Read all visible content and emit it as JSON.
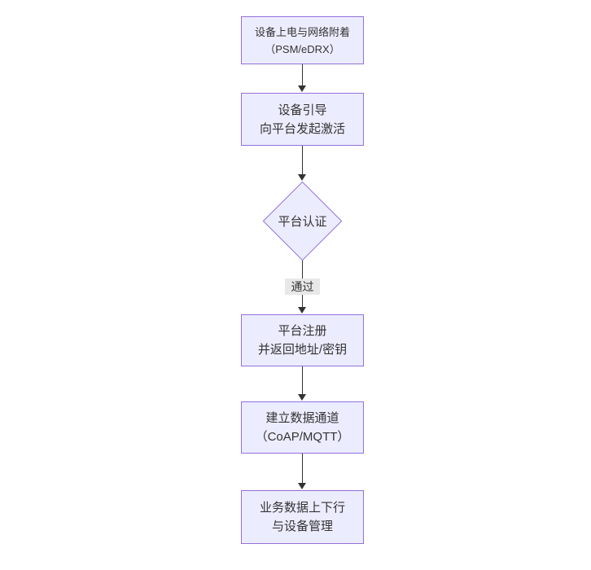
{
  "diagram": {
    "type": "flowchart",
    "direction": "top-down",
    "nodes": [
      {
        "id": "n1",
        "shape": "rect",
        "label_lines": [
          "设备上电与网络附着",
          "（PSM/eDRX）"
        ]
      },
      {
        "id": "n2",
        "shape": "rect",
        "label_lines": [
          "设备引导",
          "向平台发起激活"
        ]
      },
      {
        "id": "n3",
        "shape": "diamond",
        "label_lines": [
          "平台认证"
        ]
      },
      {
        "id": "n4",
        "shape": "rect",
        "label_lines": [
          "平台注册",
          "并返回地址/密钥"
        ]
      },
      {
        "id": "n5",
        "shape": "rect",
        "label_lines": [
          "建立数据通道",
          "（CoAP/MQTT）"
        ]
      },
      {
        "id": "n6",
        "shape": "rect",
        "label_lines": [
          "业务数据上下行",
          "与设备管理"
        ]
      }
    ],
    "edges": [
      {
        "from": "n1",
        "to": "n2",
        "label": ""
      },
      {
        "from": "n2",
        "to": "n3",
        "label": ""
      },
      {
        "from": "n3",
        "to": "n4",
        "label": "通过"
      },
      {
        "from": "n4",
        "to": "n5",
        "label": ""
      },
      {
        "from": "n5",
        "to": "n6",
        "label": ""
      }
    ],
    "colors": {
      "node_fill": "#ECECFF",
      "node_border": "#9370DB",
      "arrow": "#333333",
      "edge_label_bg": "#e8e8e8",
      "text": "#333333",
      "background": "#ffffff"
    }
  }
}
